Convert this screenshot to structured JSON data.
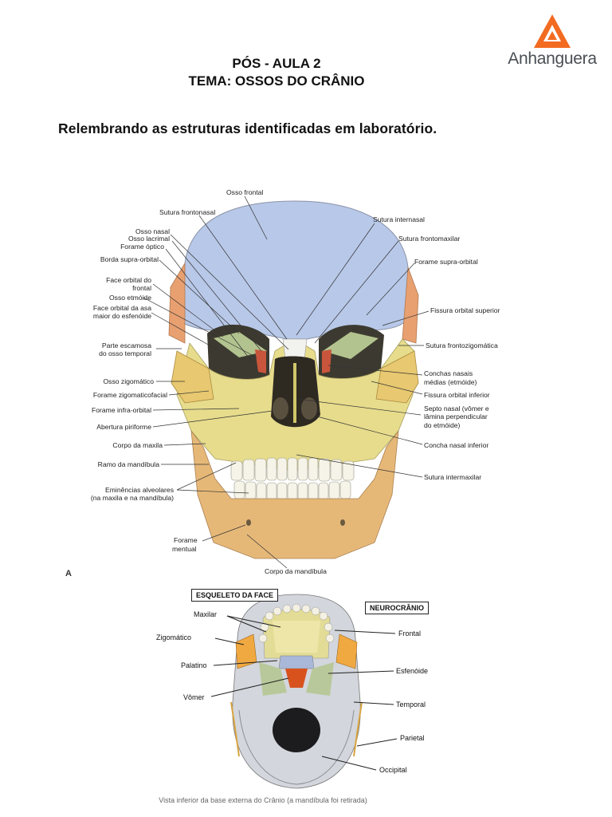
{
  "header": {
    "logo_text": "Anhanguera",
    "title_line1": "PÓS - AULA 2",
    "title_line2": "TEMA: OSSOS DO CRÂNIO",
    "subtitle": "Relembrando as estruturas identificadas em laboratório."
  },
  "figure_a": {
    "letter": "A",
    "labels_top": {
      "osso_frontal": "Osso frontal",
      "sutura_frontonasal": "Sutura frontonasal"
    },
    "labels_left": {
      "osso_nasal": "Osso nasal",
      "osso_lacrimal": "Osso lacrimal",
      "forame_optico": "Forame óptico",
      "borda_supra_orbital": "Borda supra-orbital",
      "face_orbital_frontal_1": "Face orbital do",
      "face_orbital_frontal_2": "frontal",
      "osso_etmoide": "Osso etmóide",
      "face_orbital_asa_1": "Face orbital da asa",
      "face_orbital_asa_2": "maior do esfenóide",
      "parte_escamosa_1": "Parte escamosa",
      "parte_escamosa_2": "do osso temporal",
      "osso_zigomatico": "Osso zigomático",
      "forame_zigomaticofacial": "Forame zigomaticofacial",
      "forame_infra_orbital": "Forame infra-orbital",
      "abertura_piriforme": "Abertura piriforme",
      "corpo_maxila": "Corpo da maxila",
      "ramo_mandibula": "Ramo da mandíbula",
      "eminencias_1": "Eminências alveolares",
      "eminencias_2": "(na maxila e na mandíbula)",
      "forame_mentual_1": "Forame",
      "forame_mentual_2": "mentual"
    },
    "labels_right": {
      "sutura_internasal": "Sutura internasal",
      "sutura_frontomaxilar": "Sutura frontomaxilar",
      "forame_supra_orbital": "Forame supra-orbital",
      "fissura_orbital_superior": "Fissura orbital superior",
      "sutura_frontozigomatica": "Sutura frontozigomática",
      "conchas_1": "Conchas nasais",
      "conchas_2": "médias (etmóide)",
      "fissura_orbital_inferior": "Fissura orbital inferior",
      "septo_1": "Septo nasal (vômer e",
      "septo_2": "lâmina perpendicular",
      "septo_3": "do etmóide)",
      "concha_nasal_inferior": "Concha nasal inferior",
      "sutura_intermaxilar": "Sutura intermaxilar"
    },
    "labels_bottom": {
      "corpo_mandibula": "Corpo da mandíbula"
    }
  },
  "figure_b": {
    "box_left": "ESQUELETO DA FACE",
    "box_right": "NEUROCRÂNIO",
    "left_labels": {
      "maxilar": "Maxilar",
      "zigomatico": "Zigomático",
      "palatino": "Palatino",
      "vomer": "Vômer"
    },
    "right_labels": {
      "frontal": "Frontal",
      "esfenoide": "Esfenóide",
      "temporal": "Temporal",
      "parietal": "Parietal",
      "occipital": "Occipital"
    },
    "caption": "Vista inferior da base externa do Crânio (a mandíbula foi retirada)"
  },
  "colors": {
    "frontal": "#b8c8e8",
    "face_bones": "#e6dc8c",
    "zygomatic": "#e8c870",
    "mandible": "#e6b878",
    "temporal": "#e8a070",
    "sphenoid": "#c8dca0",
    "logo_orange": "#f26b21"
  }
}
